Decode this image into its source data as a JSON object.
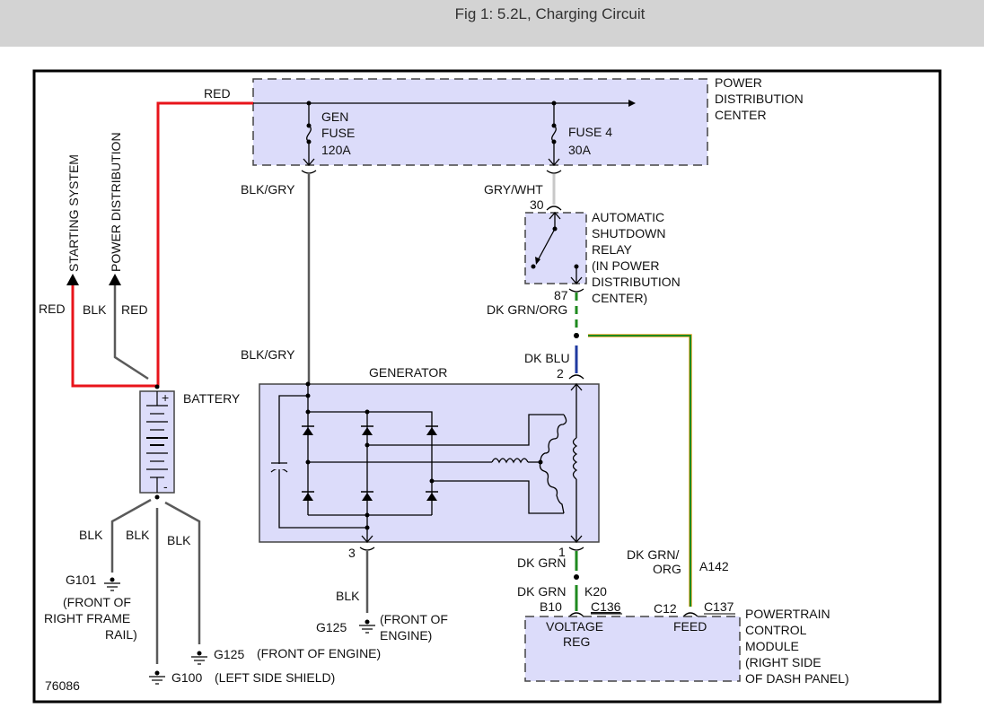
{
  "header": {
    "title": "Fig 1: 5.2L, Charging Circuit"
  },
  "figure_number": "76086",
  "colors": {
    "red_wire": "#e8141b",
    "blk_wire": "#5a5a5a",
    "gry_wht_wire": "#c8c8c8",
    "dk_grn_wire": "#1f8a1f",
    "dk_blu_wire": "#1f3aa0",
    "dk_grn_org_tracer": "#e6a020",
    "component_fill": "#dcdcfa"
  },
  "pdc": {
    "label_lines": [
      "POWER",
      "DISTRIBUTION",
      "CENTER"
    ],
    "gen_fuse_lines": [
      "GEN",
      "FUSE",
      "120A"
    ],
    "fuse4_lines": [
      "FUSE 4",
      "30A"
    ]
  },
  "wires": {
    "red_top": "RED",
    "blk_gry_top": "BLK/GRY",
    "blk_gry_mid": "BLK/GRY",
    "gry_wht": "GRY/WHT",
    "dk_grn_org_relay": "DK GRN/ORG",
    "dk_blu": "DK BLU",
    "dk_grn_gen": "DK GRN",
    "dk_grn_pcm": "DK GRN",
    "k20": "K20",
    "dk_grn_org_pcm_lines": [
      "DK GRN/",
      "ORG"
    ],
    "a142": "A142",
    "red_starting": "RED",
    "blk_power": "BLK",
    "red_power": "RED",
    "blk_g101": "BLK",
    "blk_g100": "BLK",
    "blk_g125": "BLK",
    "blk_gen_ground": "BLK"
  },
  "arrows": {
    "starting_system": "STARTING SYSTEM",
    "power_distribution": "POWER DISTRIBUTION"
  },
  "relay": {
    "label_lines": [
      "AUTOMATIC",
      "SHUTDOWN",
      "RELAY",
      "(IN POWER",
      "DISTRIBUTION",
      "CENTER)"
    ],
    "pin_in": "30",
    "pin_out": "87"
  },
  "generator": {
    "label": "GENERATOR",
    "pin_field": "2",
    "pin_ground": "3",
    "pin_reg": "1"
  },
  "battery": {
    "label": "BATTERY",
    "plus": "+",
    "minus": "-"
  },
  "grounds": {
    "g101": {
      "id": "G101",
      "desc_lines": [
        "(FRONT OF",
        "RIGHT FRAME",
        "RAIL)"
      ]
    },
    "g100": {
      "id": "G100",
      "desc": "(LEFT SIDE SHIELD)"
    },
    "g125_battery": {
      "id": "G125",
      "desc": "(FRONT OF ENGINE)"
    },
    "g125_gen": {
      "id": "G125",
      "desc_lines": [
        "(FRONT OF",
        "ENGINE)"
      ]
    }
  },
  "pcm": {
    "label_lines": [
      "POWERTRAIN",
      "CONTROL",
      "MODULE",
      "(RIGHT SIDE",
      "OF DASH PANEL)"
    ],
    "voltage_reg_lines": [
      "VOLTAGE",
      "REG"
    ],
    "feed": "FEED",
    "pin_b10": "B10",
    "conn_c136": "C136",
    "pin_c12": "C12",
    "conn_c137": "C137"
  }
}
